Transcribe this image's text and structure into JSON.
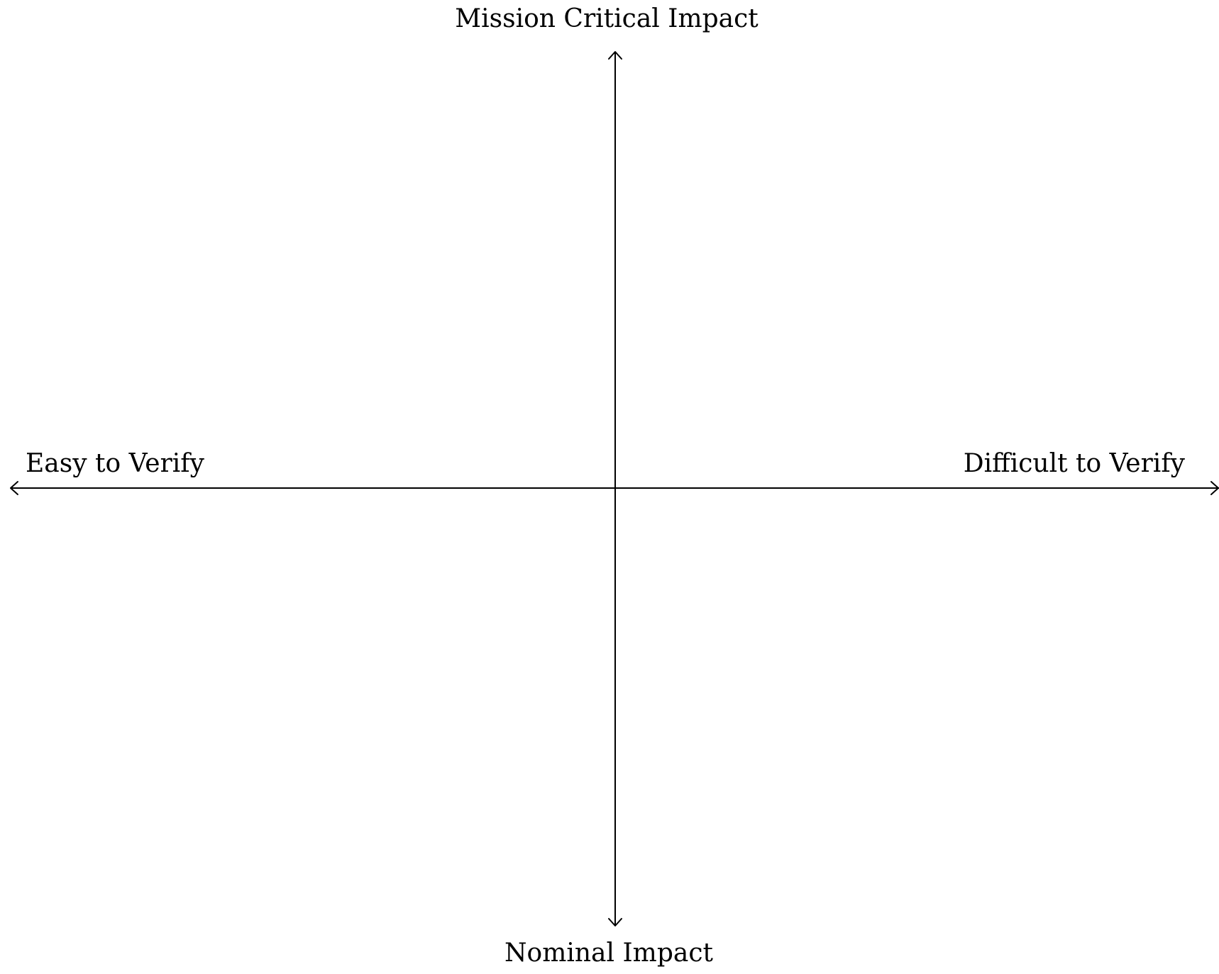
{
  "diagram": {
    "type": "quadrant",
    "top_label": "Mission Critical Impact",
    "bottom_label": "Nominal Impact",
    "left_label": "Easy to Verify",
    "right_label": "Difficult to Verify",
    "line_color": "#000000",
    "background_color": "#ffffff"
  }
}
